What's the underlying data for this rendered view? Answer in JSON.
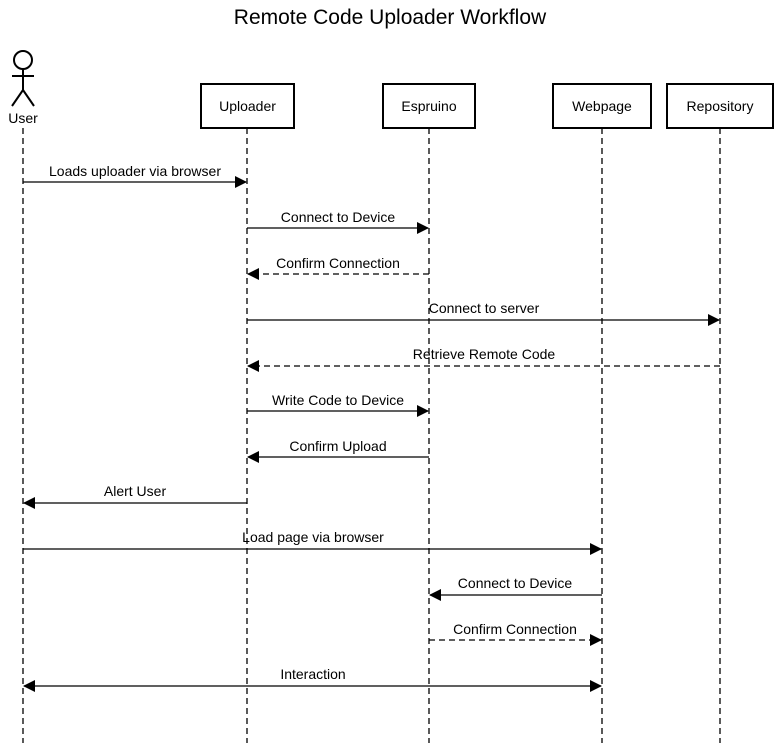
{
  "diagram": {
    "title": "Remote Code Uploader Workflow",
    "actor": {
      "label": "User"
    },
    "participants": [
      {
        "id": "uploader",
        "label": "Uploader"
      },
      {
        "id": "espruino",
        "label": "Espruino"
      },
      {
        "id": "webpage",
        "label": "Webpage"
      },
      {
        "id": "repository",
        "label": "Repository"
      }
    ],
    "messages": [
      {
        "from": "user",
        "to": "uploader",
        "label": "Loads uploader via browser",
        "style": "solid"
      },
      {
        "from": "uploader",
        "to": "espruino",
        "label": "Connect to Device",
        "style": "solid"
      },
      {
        "from": "espruino",
        "to": "uploader",
        "label": "Confirm Connection",
        "style": "dashed"
      },
      {
        "from": "uploader",
        "to": "repository",
        "label": "Connect to server",
        "style": "solid"
      },
      {
        "from": "repository",
        "to": "uploader",
        "label": "Retrieve Remote Code",
        "style": "dashed"
      },
      {
        "from": "uploader",
        "to": "espruino",
        "label": "Write Code to Device",
        "style": "solid"
      },
      {
        "from": "espruino",
        "to": "uploader",
        "label": "Confirm Upload",
        "style": "solid"
      },
      {
        "from": "uploader",
        "to": "user",
        "label": "Alert User",
        "style": "solid"
      },
      {
        "from": "user",
        "to": "webpage",
        "label": "Load page via browser",
        "style": "solid"
      },
      {
        "from": "webpage",
        "to": "espruino",
        "label": "Connect to Device",
        "style": "solid"
      },
      {
        "from": "espruino",
        "to": "webpage",
        "label": "Confirm Connection",
        "style": "dashed"
      },
      {
        "from": "user",
        "to": "webpage",
        "label": "Interaction",
        "style": "solid",
        "bidirectional": true
      }
    ]
  }
}
